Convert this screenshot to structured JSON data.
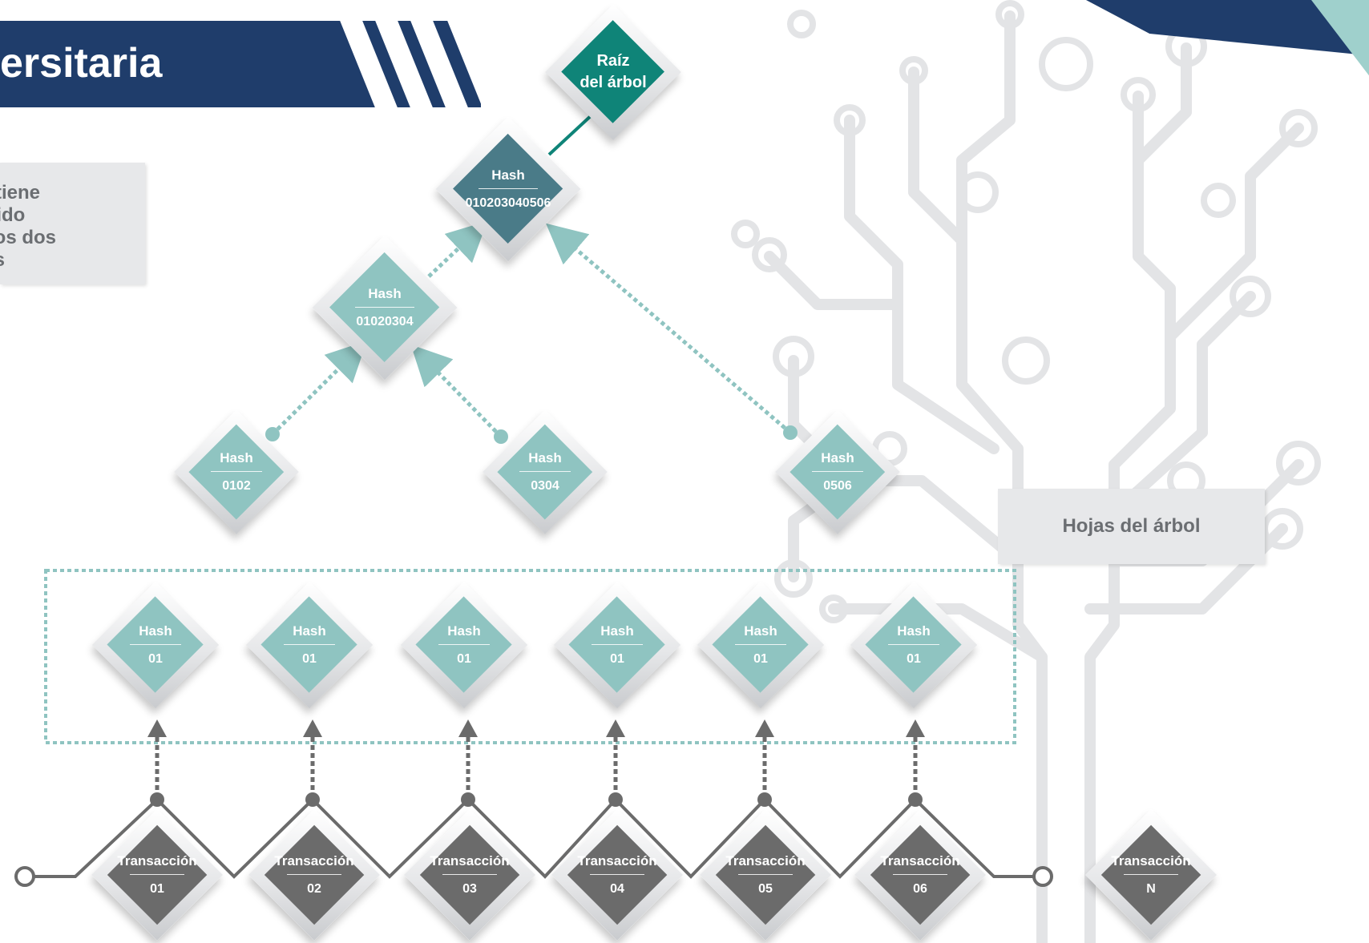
{
  "header": {
    "title": "ersitaria"
  },
  "info_box": {
    "lines": [
      "o contiene",
      "obtenido",
      "n de los dos",
      "s hijos"
    ]
  },
  "leaves_label": "Hojas del árbol",
  "root": {
    "line1": "Raíz",
    "line2": "del árbol"
  },
  "level3": {
    "title": "Hash",
    "value": "010203040506"
  },
  "level2": {
    "title": "Hash",
    "value": "01020304"
  },
  "level1": [
    {
      "title": "Hash",
      "value": "0102"
    },
    {
      "title": "Hash",
      "value": "0304"
    },
    {
      "title": "Hash",
      "value": "0506"
    }
  ],
  "leaves": [
    {
      "title": "Hash",
      "value": "01"
    },
    {
      "title": "Hash",
      "value": "01"
    },
    {
      "title": "Hash",
      "value": "01"
    },
    {
      "title": "Hash",
      "value": "01"
    },
    {
      "title": "Hash",
      "value": "01"
    },
    {
      "title": "Hash",
      "value": "01"
    }
  ],
  "transactions": [
    {
      "title": "Transacción",
      "value": "01"
    },
    {
      "title": "Transacción",
      "value": "02"
    },
    {
      "title": "Transacción",
      "value": "03"
    },
    {
      "title": "Transacción",
      "value": "04"
    },
    {
      "title": "Transacción",
      "value": "05"
    },
    {
      "title": "Transacción",
      "value": "06"
    },
    {
      "title": "Transacción",
      "value": "N"
    }
  ],
  "colors": {
    "navy": "#1f3d6b",
    "teal_root": "#0f8478",
    "teal_mid": "#4a7b88",
    "teal_light": "#8fc4c1",
    "gray_tx": "#6b6b6b",
    "circuit": "#e3e4e6"
  }
}
